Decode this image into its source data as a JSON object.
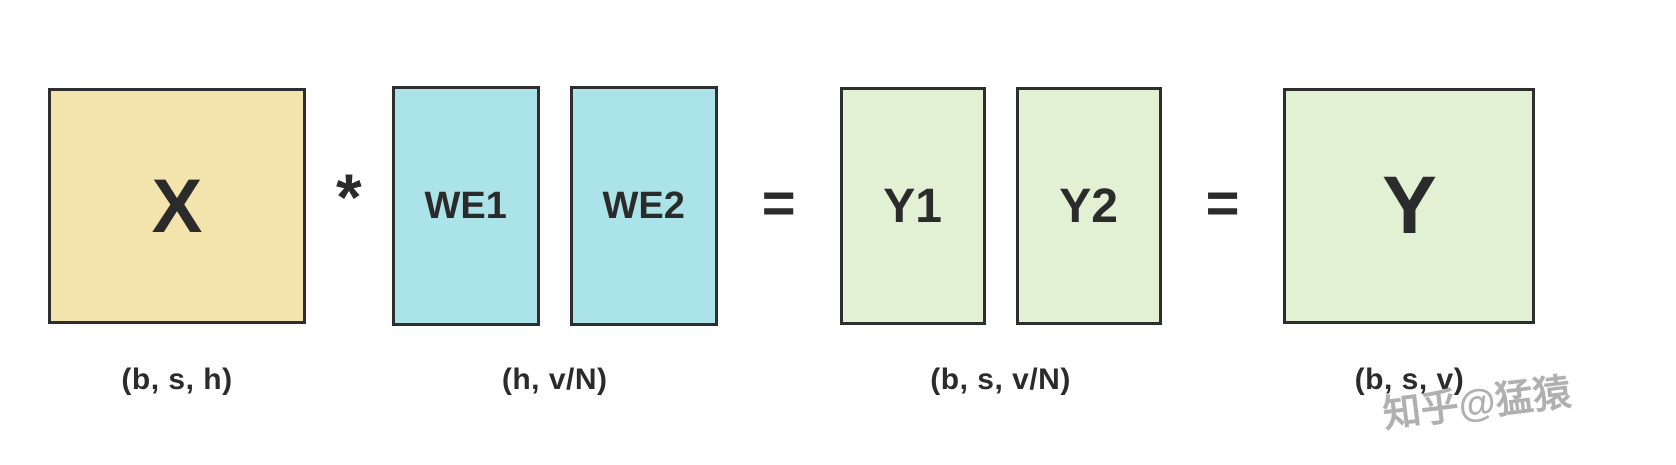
{
  "diagram": {
    "x_block": {
      "label": "X",
      "dim": "(b, s, h)"
    },
    "operators": {
      "multiply": "*",
      "equals_1": "=",
      "equals_2": "="
    },
    "we": {
      "blocks": [
        {
          "label": "WE1"
        },
        {
          "label": "WE2"
        }
      ],
      "dim": "(h, v/N)"
    },
    "y_split": {
      "blocks": [
        {
          "label": "Y1"
        },
        {
          "label": "Y2"
        }
      ],
      "dim": "(b, s, v/N)"
    },
    "y_block": {
      "label": "Y",
      "dim": "(b, s, v)"
    },
    "watermark": "知乎@猛猿",
    "colors": {
      "x_fill": "#F2E4AC",
      "we_fill": "#ABE4E8",
      "y_fill": "#E2F0D4",
      "border": "#2E2E2E",
      "text": "#2B2B2B",
      "watermark": "#8F8F8F"
    }
  }
}
